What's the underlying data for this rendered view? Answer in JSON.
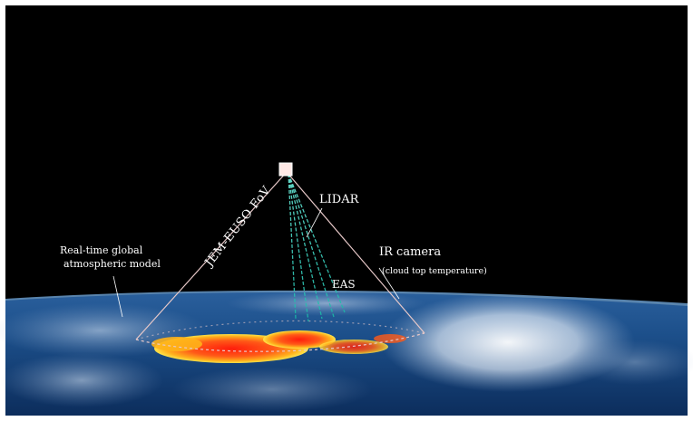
{
  "labels": {
    "fov": "JEM-EUSO FoV",
    "lidar": "LIDAR",
    "ir_camera": "IR camera",
    "ir_camera_sub": "(cloud top temperature)",
    "eas": "EAS",
    "model_line1": "Real-time global",
    "model_line2": "atmospheric model"
  },
  "colors": {
    "space": "#000000",
    "fov_lines": "#e8c9c9",
    "lidar_beams": "#39d8c4",
    "heatmap_core": "#ff2a10",
    "heatmap_mid": "#ffd21a",
    "label": "#ffffff"
  }
}
